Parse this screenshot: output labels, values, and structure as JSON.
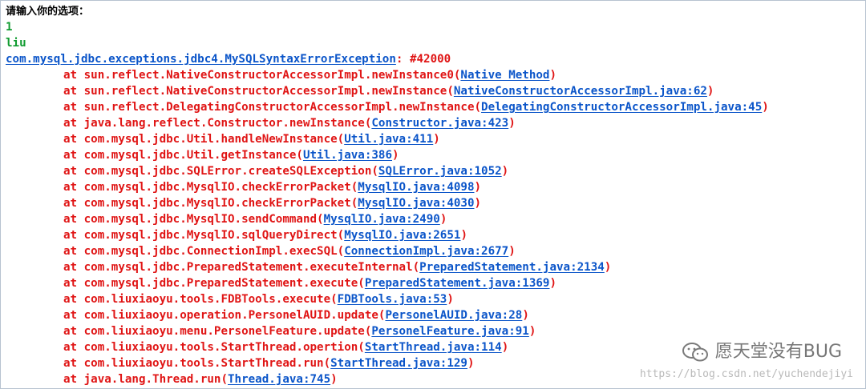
{
  "console": {
    "prompt": "请输入你的选项：",
    "input_lines": [
      "1",
      "liu"
    ],
    "exception": {
      "class": "com.mysql.jdbc.exceptions.jdbc4.MySQLSyntaxErrorException",
      "message": ": #42000"
    },
    "frames": [
      {
        "method": "at sun.reflect.NativeConstructorAccessorImpl.newInstance0(",
        "link": "Native Method",
        "close": ")"
      },
      {
        "method": "at sun.reflect.NativeConstructorAccessorImpl.newInstance(",
        "link": "NativeConstructorAccessorImpl.java:62",
        "close": ")"
      },
      {
        "method": "at sun.reflect.DelegatingConstructorAccessorImpl.newInstance(",
        "link": "DelegatingConstructorAccessorImpl.java:45",
        "close": ")"
      },
      {
        "method": "at java.lang.reflect.Constructor.newInstance(",
        "link": "Constructor.java:423",
        "close": ")"
      },
      {
        "method": "at com.mysql.jdbc.Util.handleNewInstance(",
        "link": "Util.java:411",
        "close": ")"
      },
      {
        "method": "at com.mysql.jdbc.Util.getInstance(",
        "link": "Util.java:386",
        "close": ")"
      },
      {
        "method": "at com.mysql.jdbc.SQLError.createSQLException(",
        "link": "SQLError.java:1052",
        "close": ")"
      },
      {
        "method": "at com.mysql.jdbc.MysqlIO.checkErrorPacket(",
        "link": "MysqlIO.java:4098",
        "close": ")"
      },
      {
        "method": "at com.mysql.jdbc.MysqlIO.checkErrorPacket(",
        "link": "MysqlIO.java:4030",
        "close": ")"
      },
      {
        "method": "at com.mysql.jdbc.MysqlIO.sendCommand(",
        "link": "MysqlIO.java:2490",
        "close": ")"
      },
      {
        "method": "at com.mysql.jdbc.MysqlIO.sqlQueryDirect(",
        "link": "MysqlIO.java:2651",
        "close": ")"
      },
      {
        "method": "at com.mysql.jdbc.ConnectionImpl.execSQL(",
        "link": "ConnectionImpl.java:2677",
        "close": ")"
      },
      {
        "method": "at com.mysql.jdbc.PreparedStatement.executeInternal(",
        "link": "PreparedStatement.java:2134",
        "close": ")"
      },
      {
        "method": "at com.mysql.jdbc.PreparedStatement.execute(",
        "link": "PreparedStatement.java:1369",
        "close": ")"
      },
      {
        "method": "at com.liuxiaoyu.tools.FDBTools.execute(",
        "link": "FDBTools.java:53",
        "close": ")"
      },
      {
        "method": "at com.liuxiaoyu.operation.PersonelAUID.update(",
        "link": "PersonelAUID.java:28",
        "close": ")"
      },
      {
        "method": "at com.liuxiaoyu.menu.PersonelFeature.update(",
        "link": "PersonelFeature.java:91",
        "close": ")"
      },
      {
        "method": "at com.liuxiaoyu.tools.StartThread.opertion(",
        "link": "StartThread.java:114",
        "close": ")"
      },
      {
        "method": "at com.liuxiaoyu.tools.StartThread.run(",
        "link": "StartThread.java:129",
        "close": ")"
      },
      {
        "method": "at java.lang.Thread.run(",
        "link": "Thread.java:745",
        "close": ")"
      }
    ]
  },
  "watermark": {
    "text": "愿天堂没有BUG",
    "icon": "wechat-icon",
    "url": "https://blog.csdn.net/yuchendejiyi"
  },
  "colors": {
    "error": "#e01515",
    "link": "#0b55c9",
    "user_input": "#0f9b2f"
  }
}
